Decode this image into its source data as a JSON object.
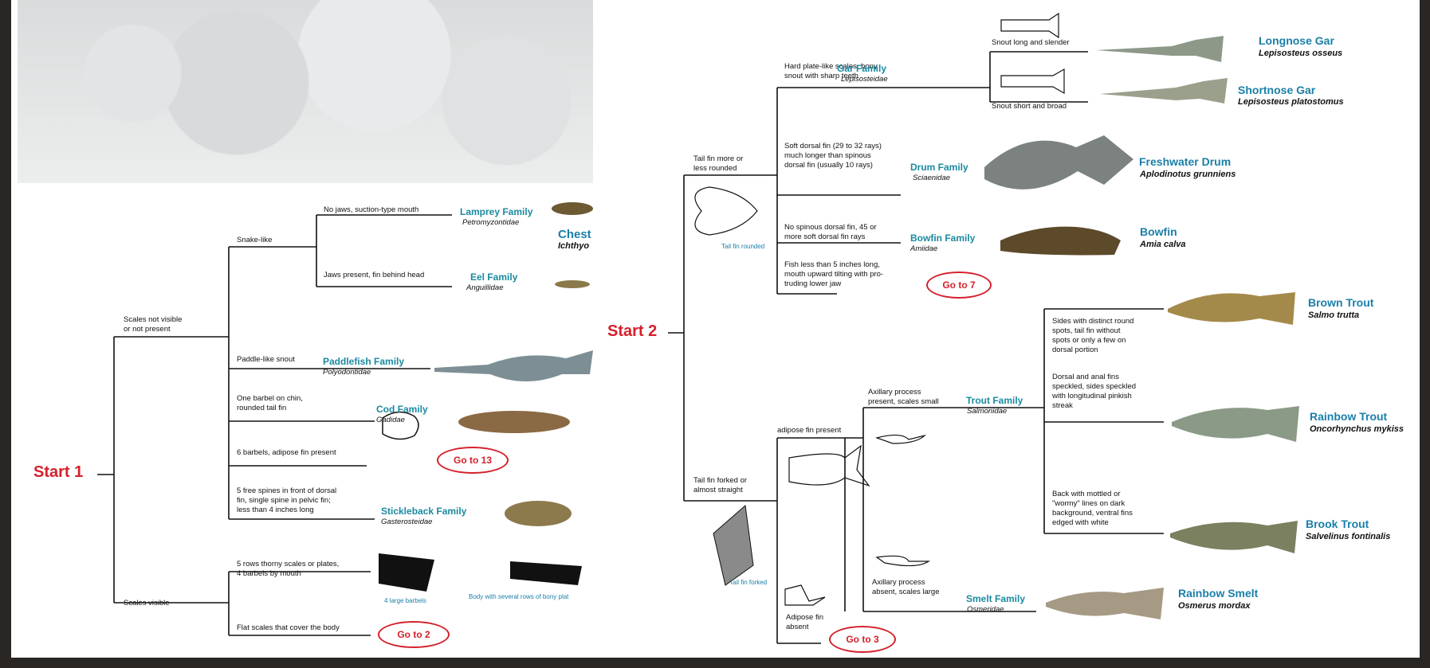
{
  "start1": "Start 1",
  "start2": "Start 2",
  "left": {
    "scales_not_visible": "Scales not visible\nor not present",
    "scales_visible": "Scales visible",
    "snake_like": "Snake-like",
    "no_jaws": "No jaws, suction-type mouth",
    "jaws_present": "Jaws present, fin behind head",
    "paddle": "Paddle-like snout",
    "one_barbel": "One barbel on chin,\nrounded tail fin",
    "six_barbels": "6 barbels, adipose fin present",
    "five_spines": "5 free spines in front of dorsal\nfin, single spine in pelvic fin;\nless than 4 inches long",
    "five_rows": "5 rows thorny scales or plates,\n4 barbels by mouth",
    "flat_scales": "Flat scales that cover the body",
    "note_barbels": "4 large barbels",
    "note_rows": "Body with several rows of bony plat",
    "lamprey": {
      "name": "Lamprey Family",
      "sci": "Petromyzontidae"
    },
    "eel": {
      "name": "Eel Family",
      "sci": "Anguillidae"
    },
    "paddlefish": {
      "name": "Paddlefish Family",
      "sci": "Polyodontidae"
    },
    "cod": {
      "name": "Cod Family",
      "sci": "Gadidae"
    },
    "stickleback": {
      "name": "Stickleback Family",
      "sci": "Gasterosteidae"
    },
    "chest_clip": "Chest",
    "ichthy_clip": "Ichthyo",
    "goto13": "Go to 13",
    "goto2": "Go to 2"
  },
  "right": {
    "tail_rounded": "Tail fin more or\nless rounded",
    "tail_forked": "Tail fin forked or\nalmost straight",
    "note_rounded": "Tail fin rounded",
    "note_forked": "Tail fin forked",
    "hard_plate": "Hard plate-like scales, bony\nsnout with sharp teeth",
    "soft_dorsal": "Soft dorsal fin (29 to 32 rays)\nmuch longer than spinous\ndorsal fin (usually 10 rays)",
    "no_spines": "No spinous dorsal fin, 45 or\nmore soft dorsal fin rays",
    "less_5": "Fish less than 5 inches long,\nmouth upward tilting with pro-\ntruding lower jaw",
    "snout_long": "Snout long and slender",
    "snout_short": "Snout short and broad",
    "adipose_present": "adipose fin present",
    "adipose_absent": "Adipose fin\nabsent",
    "axillary_present": "Axillary process\npresent, scales small",
    "axillary_absent": "Axillary process\nabsent, scales large",
    "sides_spots": "Sides with distinct round\nspots, tail fin without\nspots or only a few on\ndorsal portion",
    "dorsal_anal": "Dorsal and anal fins\nspeckled, sides speckled\nwith longitudinal pinkish\nstreak",
    "back_mottled": "Back with mottled or\n\"wormy\" lines on dark\nbackground, ventral fins\nedged with white",
    "gar": {
      "name": "Gar Family",
      "sci": "Lepisosteidae"
    },
    "drum": {
      "name": "Drum Family",
      "sci": "Sciaenidae"
    },
    "bowfin_fam": {
      "name": "Bowfin Family",
      "sci": "Amiidae"
    },
    "trout_fam": {
      "name": "Trout Family",
      "sci": "Salmonidae"
    },
    "smelt_fam": {
      "name": "Smelt Family",
      "sci": "Osmeridae"
    },
    "longnose": {
      "name": "Longnose Gar",
      "sci": "Lepisosteus osseus"
    },
    "shortnose": {
      "name": "Shortnose Gar",
      "sci": "Lepisosteus platostomus"
    },
    "fwdrum": {
      "name": "Freshwater Drum",
      "sci": "Aplodinotus grunniens"
    },
    "bowfin": {
      "name": "Bowfin",
      "sci": "Amia calva"
    },
    "brown": {
      "name": "Brown Trout",
      "sci": "Salmo trutta"
    },
    "rainbow": {
      "name": "Rainbow Trout",
      "sci": "Oncorhynchus mykiss"
    },
    "brook": {
      "name": "Brook Trout",
      "sci": "Salvelinus fontinalis"
    },
    "smelt": {
      "name": "Rainbow Smelt",
      "sci": "Osmerus mordax"
    },
    "goto7": "Go to 7",
    "goto3": "Go to 3"
  },
  "colors": {
    "start": "#d5202b",
    "family": "#1a8aa0",
    "species": "#1a7fa8"
  }
}
